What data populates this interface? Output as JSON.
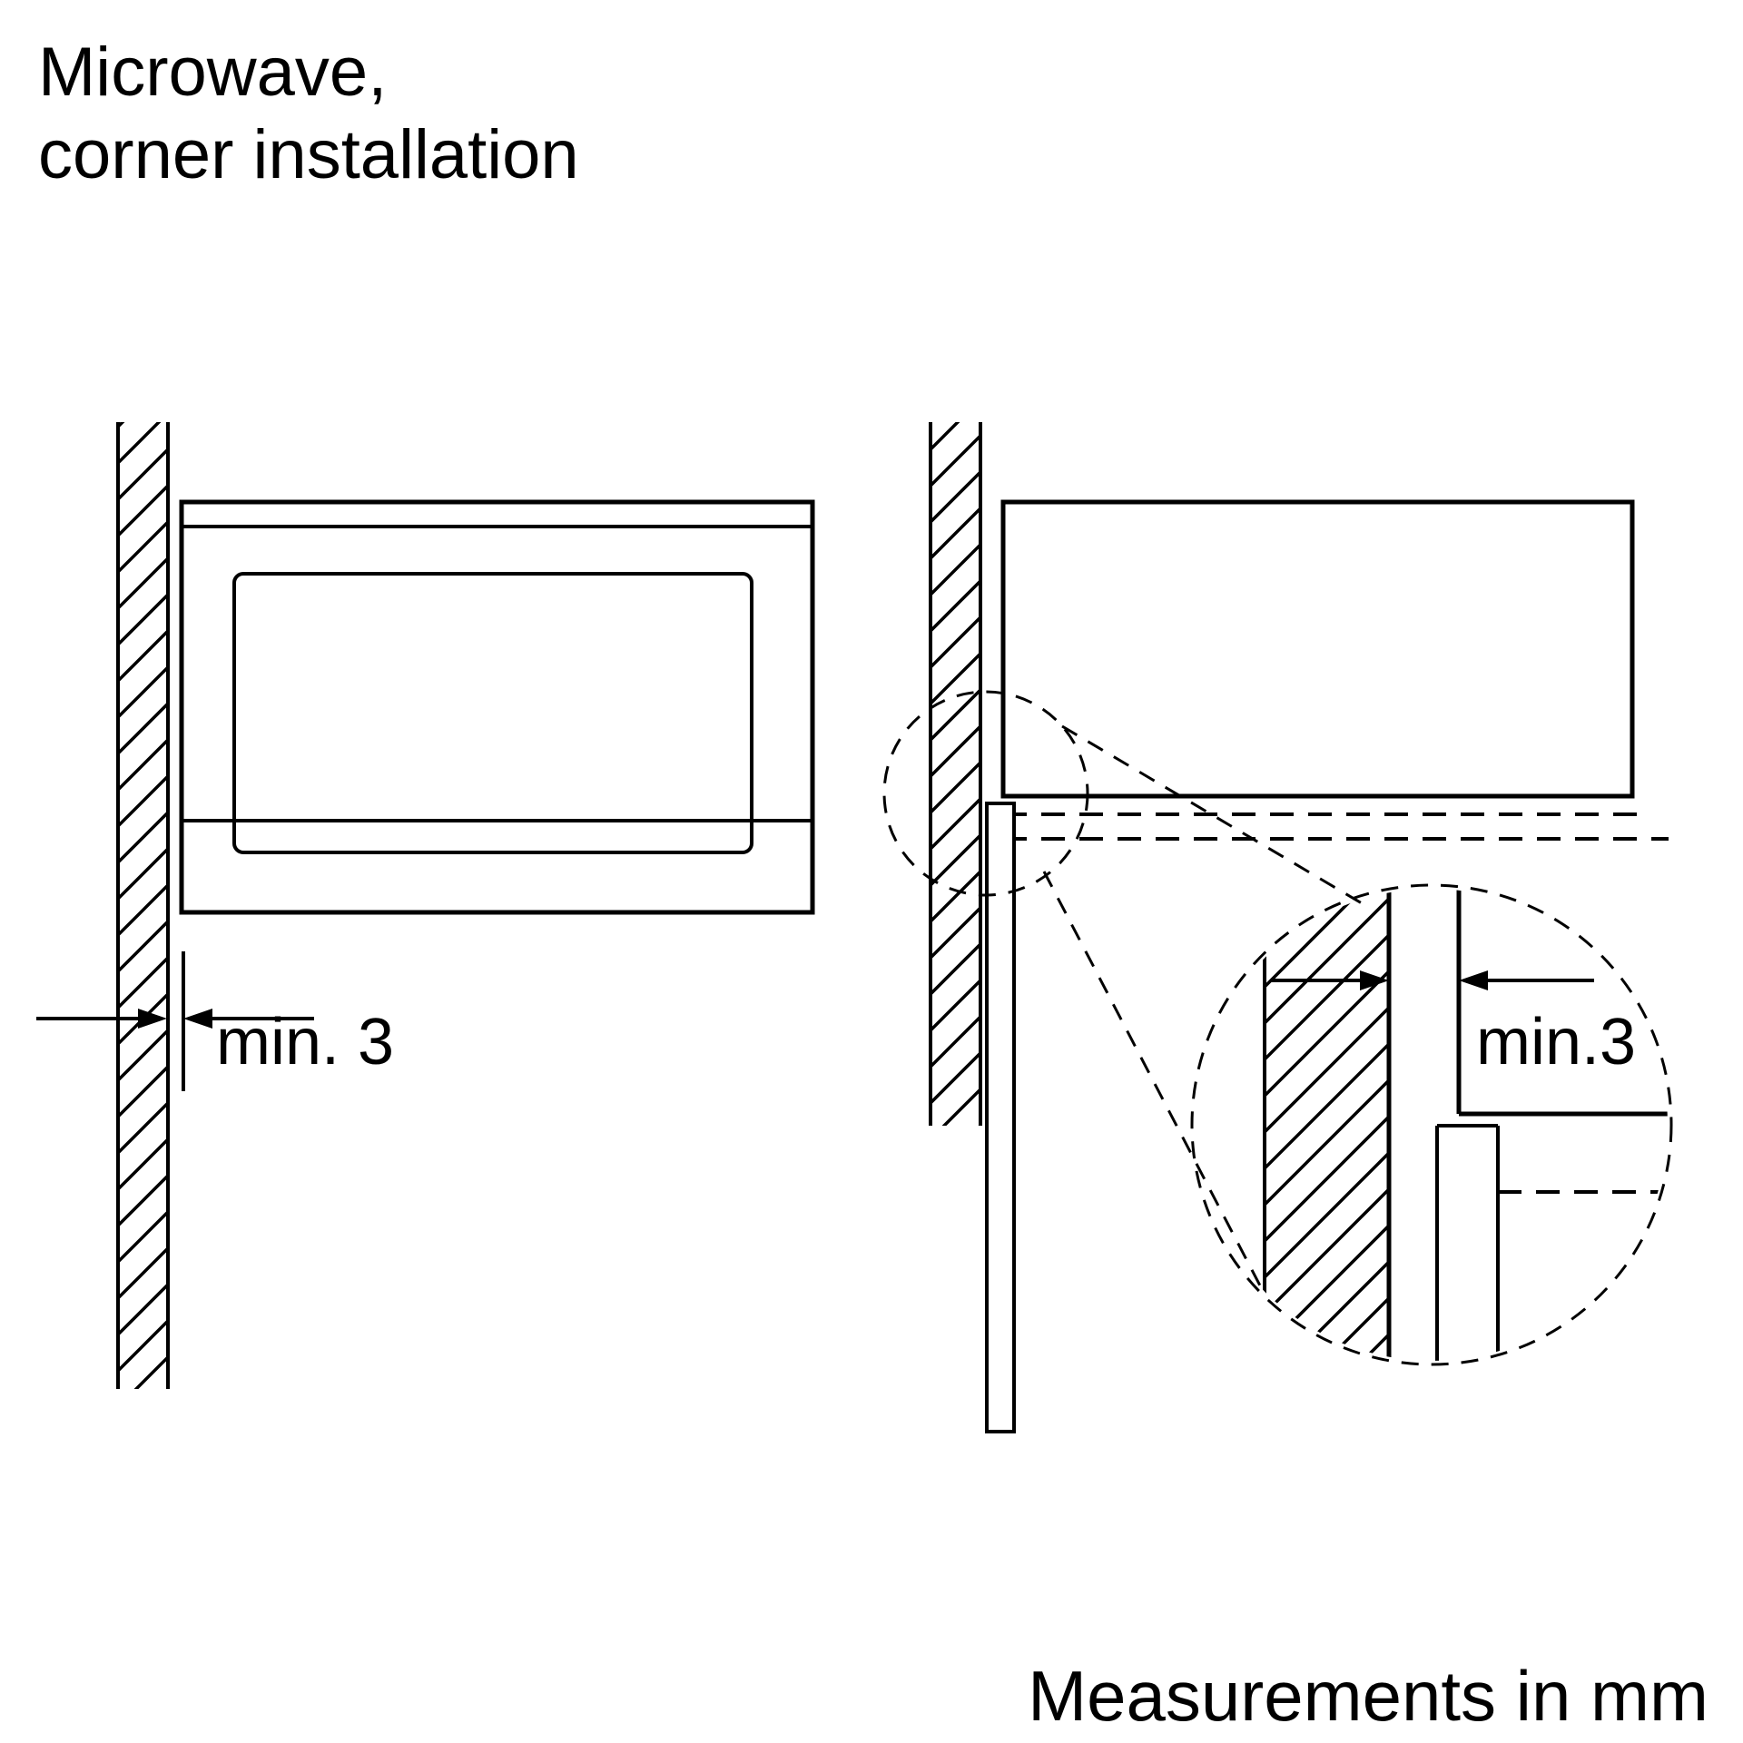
{
  "title": {
    "line1": "Microwave,",
    "line2": "corner installation"
  },
  "labels": {
    "front_gap": "min. 3",
    "detail_gap": "min.3",
    "units_note": "Measurements in mm"
  },
  "colors": {
    "line": "#000000",
    "background": "#ffffff"
  }
}
